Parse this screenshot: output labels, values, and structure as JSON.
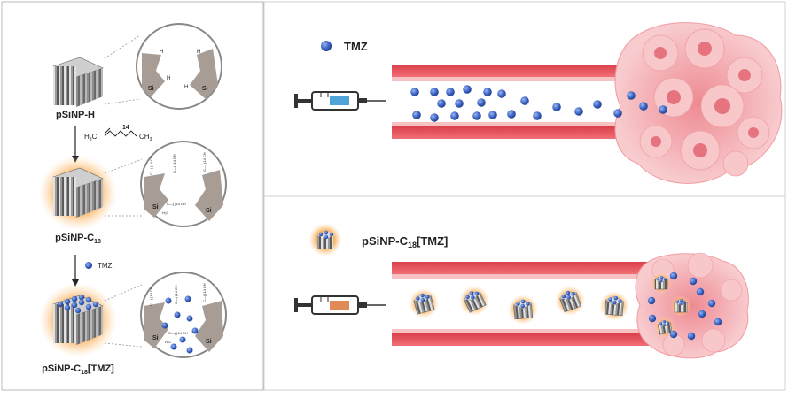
{
  "left_panel": {
    "step1_label": "pSiNP-H",
    "reagent_formula": {
      "left": "H",
      "left_sub": "3",
      "left_c": "C",
      "repeat": "14",
      "right_c": "CH",
      "right_sub": "3"
    },
    "step2_label_main": "pSiNP-C",
    "step2_label_sub": "18",
    "drug_label": "TMZ",
    "step3_label_main": "pSiNP-C",
    "step3_label_sub": "18",
    "step3_label_tail": "[TMZ]",
    "zoom1": {
      "si_left": "Si",
      "si_right": "Si",
      "h": "H"
    },
    "zoom2": {
      "si_left": "Si",
      "si_right": "Si",
      "chain": "C—( )14 CH",
      "chain_sub": "3",
      "chain_h": "H₃C"
    },
    "zoom3": {
      "si_left": "Si",
      "si_right": "Si",
      "chain": "C—( )14 CH",
      "chain_sub": "3",
      "chain_h": "H₃C"
    }
  },
  "top_panel": {
    "legend_label": "TMZ",
    "drug_color": "#3f68c8"
  },
  "bottom_panel": {
    "legend_main": "pSiNP-C",
    "legend_sub": "18",
    "legend_tail": "[TMZ]",
    "glow_color": "#f59a2e"
  },
  "colors": {
    "vessel_wall": "#e8505a",
    "vessel_wall_light": "#f7c2c3",
    "tumor": "#f3a3a8",
    "tumor_core": "#e9707c",
    "zoom_grey": "#a79d95",
    "frame": "#b9b9b9"
  }
}
